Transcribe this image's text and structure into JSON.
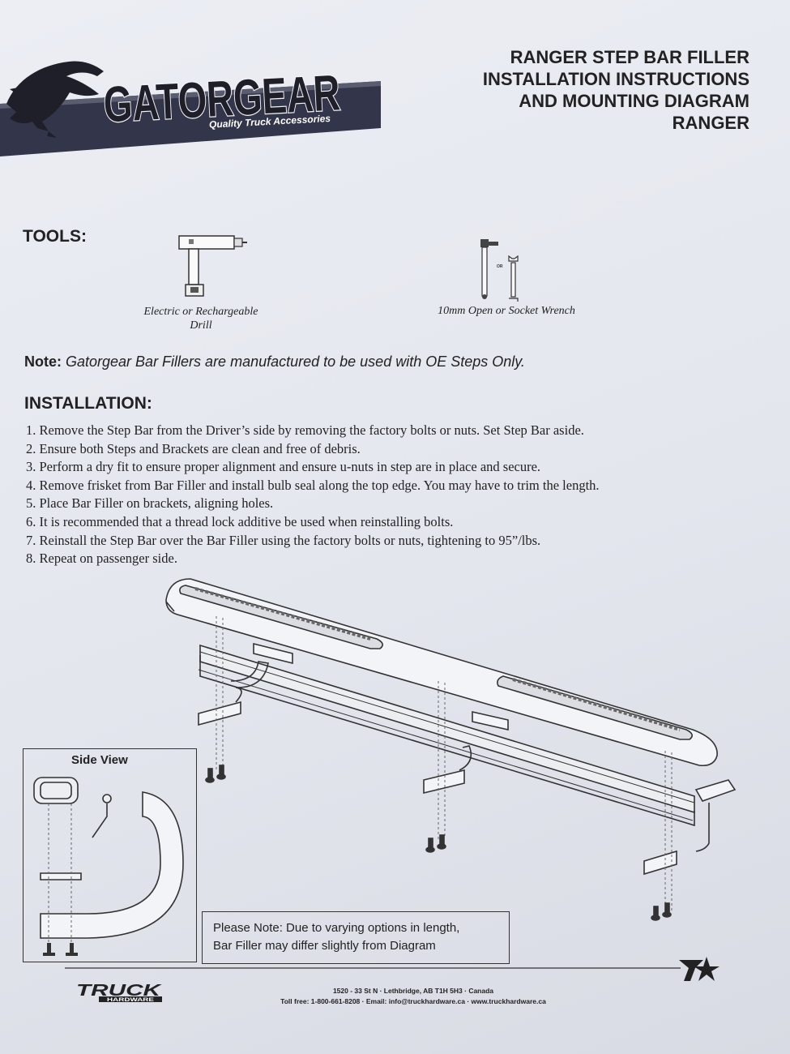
{
  "header": {
    "brand": "GATORGEAR",
    "tagline": "Quality Truck Accessories",
    "title_lines": [
      "RANGER STEP BAR FILLER",
      "INSTALLATION INSTRUCTIONS",
      "AND MOUNTING DIAGRAM",
      "RANGER"
    ]
  },
  "tools": {
    "label": "TOOLS:",
    "drill_caption_1": "Electric or Rechargeable",
    "drill_caption_2": "Drill",
    "wrench_caption": "10mm Open or Socket Wrench",
    "wrench_or": "OR"
  },
  "note": {
    "label": "Note:",
    "text": " Gatorgear Bar Fillers are manufactured to be used with OE Steps Only."
  },
  "installation": {
    "title": "INSTALLATION:",
    "steps": [
      "1. Remove the Step Bar from the Driver’s side by removing the factory bolts or nuts. Set Step Bar aside.",
      "2. Ensure both Steps and Brackets are clean and free of debris.",
      "3. Perform a dry fit to ensure proper alignment and ensure u-nuts in step are in place and secure.",
      "4. Remove frisket from Bar Filler and install bulb seal along the top edge. You may have to trim the length.",
      "5. Place Bar Filler on brackets, aligning holes.",
      "6. It is recommended that a thread lock additive be used when reinstalling bolts.",
      "7. Reinstall the Step Bar over the Bar Filler using the factory bolts or nuts, tightening to 95”/lbs.",
      "8. Repeat on passenger side."
    ]
  },
  "diagram": {
    "side_view_label": "Side View",
    "please_note_1": "Please Note:  Due to varying options in length,",
    "please_note_2": "Bar Filler may differ slightly from Diagram"
  },
  "footer": {
    "logo_text": "TRUCK",
    "logo_sub": "HARDWARE",
    "address": "1520 - 33 St N  ·  Lethbridge, AB T1H 5H3  ·  Canada",
    "contact": "Toll free: 1-800-661-8208  ·  Email: info@truckhardware.ca  ·  www.truckhardware.ca"
  },
  "colors": {
    "ink": "#222222",
    "logo_banner": "#33364a",
    "paper": "#e8eaf1"
  }
}
